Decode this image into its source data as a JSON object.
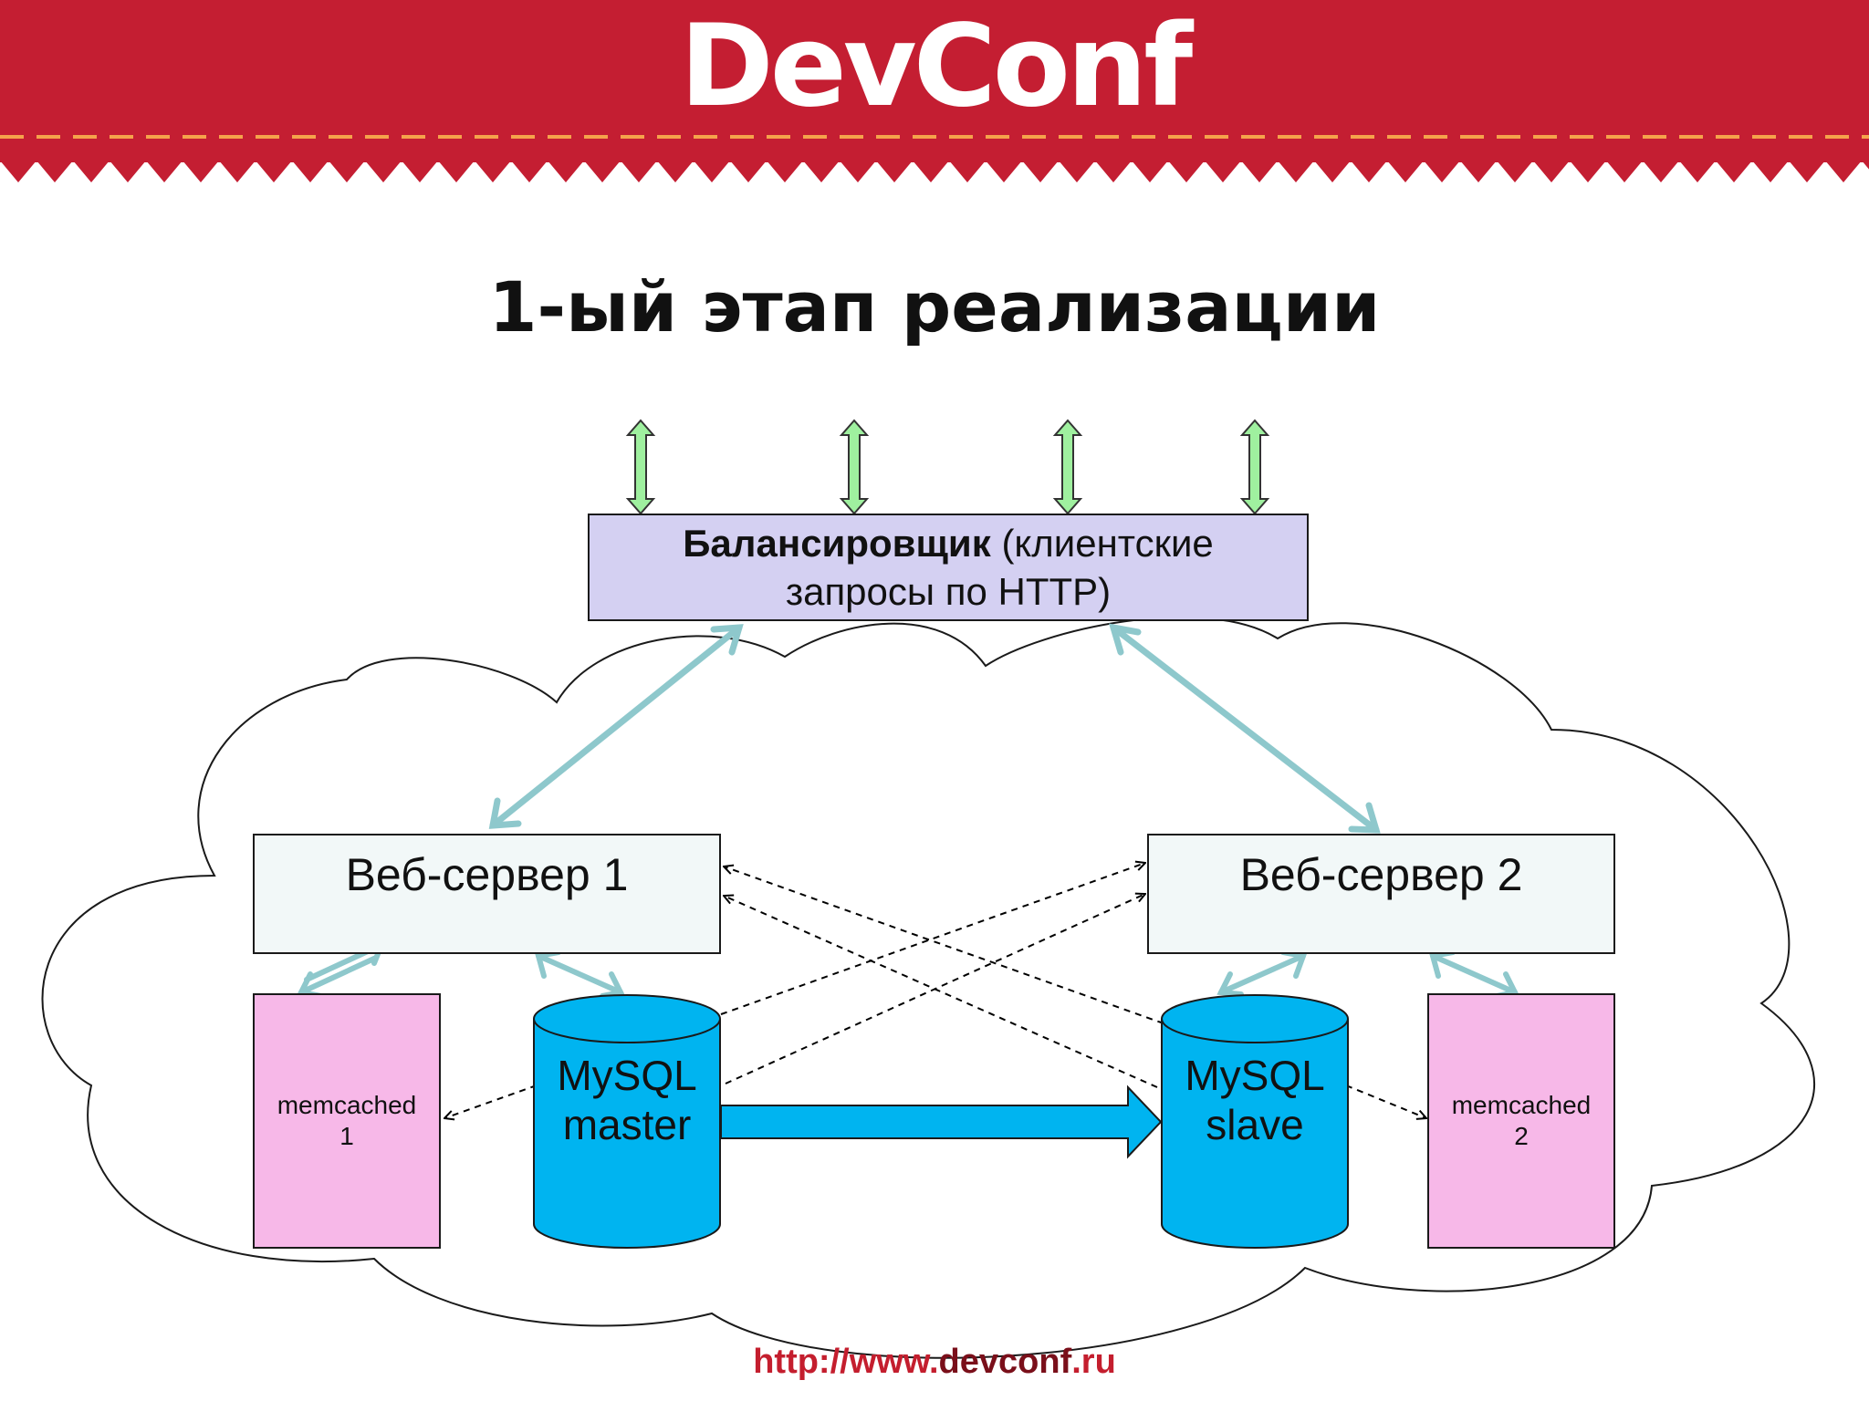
{
  "header": {
    "logo_text": "DevConf",
    "colors": {
      "banner": "#c41e32",
      "stitch": "#f5a34b"
    }
  },
  "slide": {
    "title": "1-ый этап реализации"
  },
  "diagram": {
    "balancer": {
      "bold": "Балансировщик",
      "rest_line1": " (клиентские",
      "line2": "запросы по HTTP)"
    },
    "web_server_1": "Веб-сервер 1",
    "web_server_2": "Веб-сервер 2",
    "memcached_1": {
      "line1": "memcached",
      "line2": "1"
    },
    "memcached_2": {
      "line1": "memcached",
      "line2": "2"
    },
    "mysql_master": {
      "line1": "MySQL",
      "line2": "master"
    },
    "mysql_slave": {
      "line1": "MySQL",
      "line2": "slave"
    },
    "colors": {
      "balancer": "#d4d0f2",
      "web": "#f2f8f8",
      "memcached": "#f7b8e8",
      "db": "#00b4f0",
      "link": "#8ec8cc",
      "client_arrow": "#9ff09f"
    }
  },
  "footer": {
    "url_prefix": "http://www.",
    "url_domain": "devconf",
    "url_suffix": ".ru"
  }
}
